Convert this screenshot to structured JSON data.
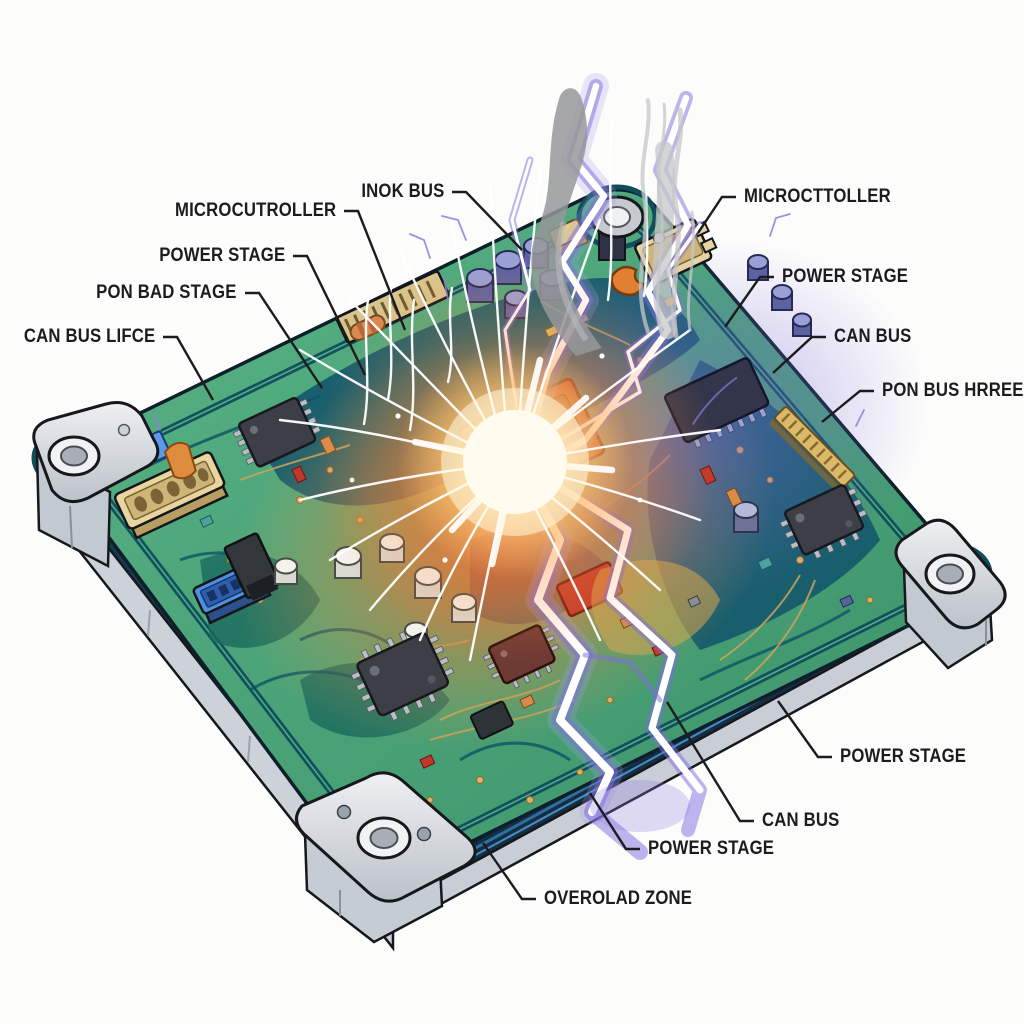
{
  "labels": {
    "microcontroller_left": "MICROCUTROLLER",
    "inok_bus": "INOK BUS",
    "power_stage_left": "POWER STAGE",
    "pon_bad_stage": "PON BAD STAGE",
    "can_bus_lifce": "CAN BUS LIFCE",
    "microcontroller_right": "MICROCTTOLLER",
    "power_stage_right": "POWER STAGE",
    "can_bus_right": "CAN BUS",
    "pon_bus_hrree": "PON BUS HRREE",
    "power_stage_bottom_right": "POWER STAGE",
    "can_bus_bottom": "CAN BUS",
    "power_stage_bottom": "POWER STAGE",
    "overolad_zone": "OVEROLAD ZONE"
  },
  "palette": {
    "background": "#fcfcfb",
    "pcb_green": "#45a274",
    "pcb_dark_teal": "#15596b",
    "heat_orange": "#f07a35",
    "lightning_purple": "#7d6ce0",
    "aluminum": "#d7dbe0",
    "label_color": "#1c1c1e"
  }
}
